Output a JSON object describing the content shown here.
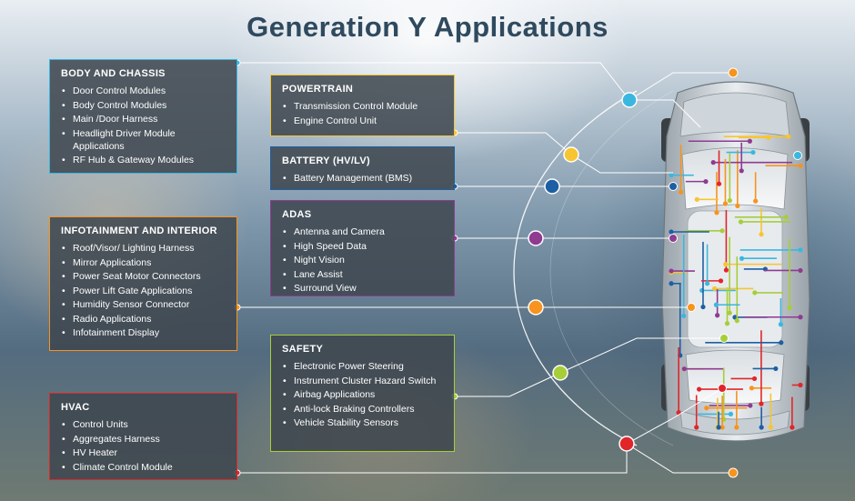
{
  "title": "Generation Y Applications",
  "colors": {
    "body_chassis": "#3ab7e0",
    "infotainment": "#f7931e",
    "hvac": "#e0262a",
    "powertrain": "#f6c531",
    "battery": "#1d5fa3",
    "adas": "#8e3b91",
    "safety": "#a6ce39"
  },
  "categories": {
    "body_chassis": {
      "title": "BODY AND CHASSIS",
      "items": [
        "Door Control Modules",
        "Body Control Modules",
        "Main /Door Harness",
        "Headlight Driver Module Applications",
        "RF Hub & Gateway Modules"
      ]
    },
    "infotainment": {
      "title": "INFOTAINMENT AND INTERIOR",
      "items": [
        "Roof/Visor/ Lighting Harness",
        "Mirror Applications",
        "Power Seat Motor Connectors",
        "Power Lift Gate Applications",
        "Humidity Sensor Connector",
        "Radio Applications",
        "Infotainment Display"
      ]
    },
    "hvac": {
      "title": "HVAC",
      "items": [
        "Control Units",
        "Aggregates Harness",
        "HV Heater",
        "Climate Control Module"
      ]
    },
    "powertrain": {
      "title": "POWERTRAIN",
      "items": [
        "Transmission Control Module",
        "Engine Control Unit"
      ]
    },
    "battery": {
      "title": "BATTERY (HV/LV)",
      "items": [
        "Battery Management (BMS)"
      ]
    },
    "adas": {
      "title": "ADAS",
      "items": [
        "Antenna and Camera",
        "High Speed Data",
        "Night Vision",
        "Lane Assist",
        "Surround View"
      ]
    },
    "safety": {
      "title": "SAFETY",
      "items": [
        "Electronic Power Steering",
        "Instrument Cluster Hazard Switch",
        "Airbag Applications",
        "Anti-lock Braking Controllers",
        "Vehicle Stability Sensors"
      ]
    }
  }
}
